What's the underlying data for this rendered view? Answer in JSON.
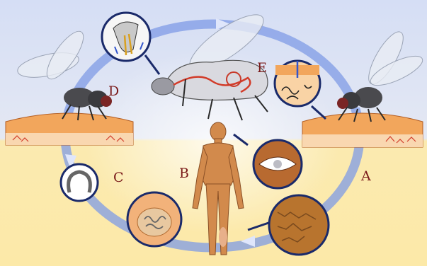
{
  "labels": {
    "a": "A",
    "b": "B",
    "c": "C",
    "d": "D",
    "e": "E"
  },
  "colors": {
    "sky": "#c9d6f0",
    "ground": "#fbe7a6",
    "cycle_arrow": "#7f9be6",
    "skin": "#f2a65c",
    "human": "#d28a4c",
    "label": "#7a1a1a"
  },
  "icons": [
    "fly-icon",
    "mosquito-icon",
    "human-icon",
    "eye-icon",
    "worm-icon"
  ]
}
